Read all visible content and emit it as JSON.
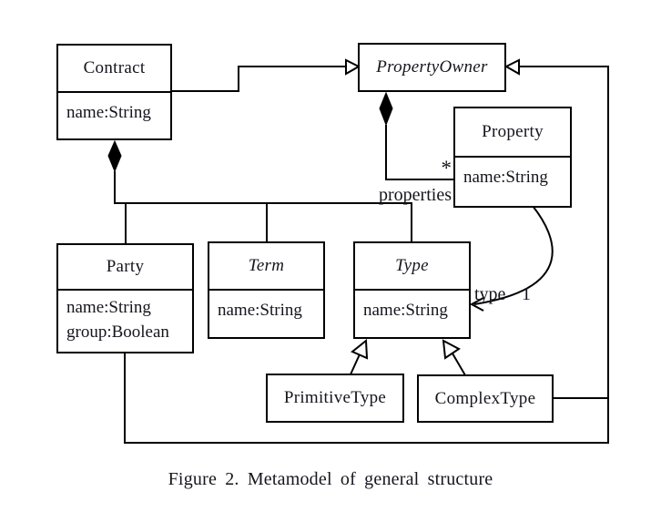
{
  "figure": {
    "caption": "Figure 2. Metamodel of general structure"
  },
  "diagram": {
    "classes": [
      {
        "name": "Contract",
        "abstract": false,
        "attributes": [
          "name:String"
        ]
      },
      {
        "name": "PropertyOwner",
        "abstract": true,
        "attributes": []
      },
      {
        "name": "Property",
        "abstract": false,
        "attributes": [
          "name:String"
        ]
      },
      {
        "name": "Party",
        "abstract": false,
        "attributes": [
          "name:String",
          "group:Boolean"
        ]
      },
      {
        "name": "Term",
        "abstract": true,
        "attributes": [
          "name:String"
        ]
      },
      {
        "name": "Type",
        "abstract": true,
        "attributes": [
          "name:String"
        ]
      },
      {
        "name": "PrimitiveType",
        "abstract": false,
        "attributes": []
      },
      {
        "name": "ComplexType",
        "abstract": false,
        "attributes": []
      }
    ],
    "labels": {
      "properties_role": "properties",
      "properties_multiplicity": "*",
      "type_role": "type",
      "type_multiplicity": "1"
    },
    "relationships": [
      {
        "kind": "generalization",
        "from": "Contract",
        "to": "PropertyOwner"
      },
      {
        "kind": "generalization",
        "from": "Party",
        "to": "PropertyOwner"
      },
      {
        "kind": "generalization",
        "from": "ComplexType",
        "to": "PropertyOwner"
      },
      {
        "kind": "generalization",
        "from": "PrimitiveType",
        "to": "Type"
      },
      {
        "kind": "generalization",
        "from": "ComplexType",
        "to": "Type"
      },
      {
        "kind": "composition",
        "whole": "Contract",
        "parts": [
          "Party",
          "Term",
          "Type"
        ]
      },
      {
        "kind": "composition",
        "whole": "PropertyOwner",
        "parts": [
          "Property"
        ],
        "role": "properties",
        "multiplicity": "*"
      },
      {
        "kind": "association",
        "from": "Property",
        "to": "Type",
        "role": "type",
        "multiplicity": "1"
      }
    ],
    "colors": {
      "line": "#000000",
      "text": "#15151d",
      "background": "#ffffff"
    }
  }
}
